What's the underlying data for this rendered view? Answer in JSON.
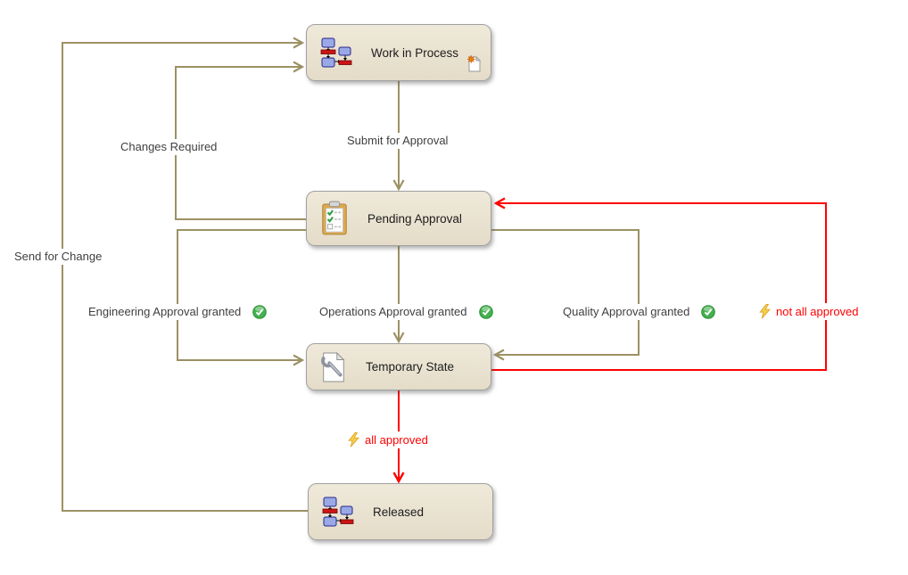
{
  "diagram": {
    "type": "state-transition-workflow",
    "states": {
      "work_in_process": {
        "label": "Work in Process",
        "icon": "workflow-diagram-icon",
        "badge_icon": "new-document-icon"
      },
      "pending_approval": {
        "label": "Pending Approval",
        "icon": "approval-checklist-clipboard-icon"
      },
      "temporary_state": {
        "label": "Temporary State",
        "icon": "document-wrench-icon"
      },
      "released": {
        "label": "Released",
        "icon": "workflow-diagram-icon"
      }
    },
    "transitions": {
      "submit_for_approval": {
        "label": "Submit for Approval",
        "from": "Work in Process",
        "to": "Pending Approval",
        "color": "#9c9164"
      },
      "changes_required": {
        "label": "Changes Required",
        "from": "Pending Approval",
        "to": "Work in Process",
        "color": "#9c9164"
      },
      "send_for_change": {
        "label": "Send for Change",
        "from": "Released",
        "to": "Work in Process",
        "color": "#9c9164"
      },
      "engineering_approval_granted": {
        "label": "Engineering Approval granted",
        "status_icon": "approved-check-icon",
        "from": "Pending Approval",
        "to": "Temporary State",
        "color": "#9c9164"
      },
      "operations_approval_granted": {
        "label": "Operations Approval granted",
        "status_icon": "approved-check-icon",
        "from": "Pending Approval",
        "to": "Temporary State",
        "color": "#9c9164"
      },
      "quality_approval_granted": {
        "label": "Quality Approval granted",
        "status_icon": "approved-check-icon",
        "from": "Pending Approval",
        "to": "Temporary State",
        "color": "#9c9164"
      },
      "not_all_approved": {
        "label": "not all approved",
        "status_icon": "lightning-bolt-icon",
        "from": "Temporary State",
        "to": "Pending Approval",
        "color": "#ff0000"
      },
      "all_approved": {
        "label": "all approved",
        "status_icon": "lightning-bolt-icon",
        "from": "Temporary State",
        "to": "Released",
        "color": "#ff0000"
      }
    },
    "colors": {
      "line_olive": "#9c9164",
      "line_red": "#ff0000",
      "box_fill": "#e9e2d0",
      "box_border": "#a0a0a0",
      "label_text": "#3f3f3f",
      "red_label_text": "#ff0000",
      "check_green": "#44b04e",
      "bolt_yellow": "#f6ce4c"
    }
  }
}
